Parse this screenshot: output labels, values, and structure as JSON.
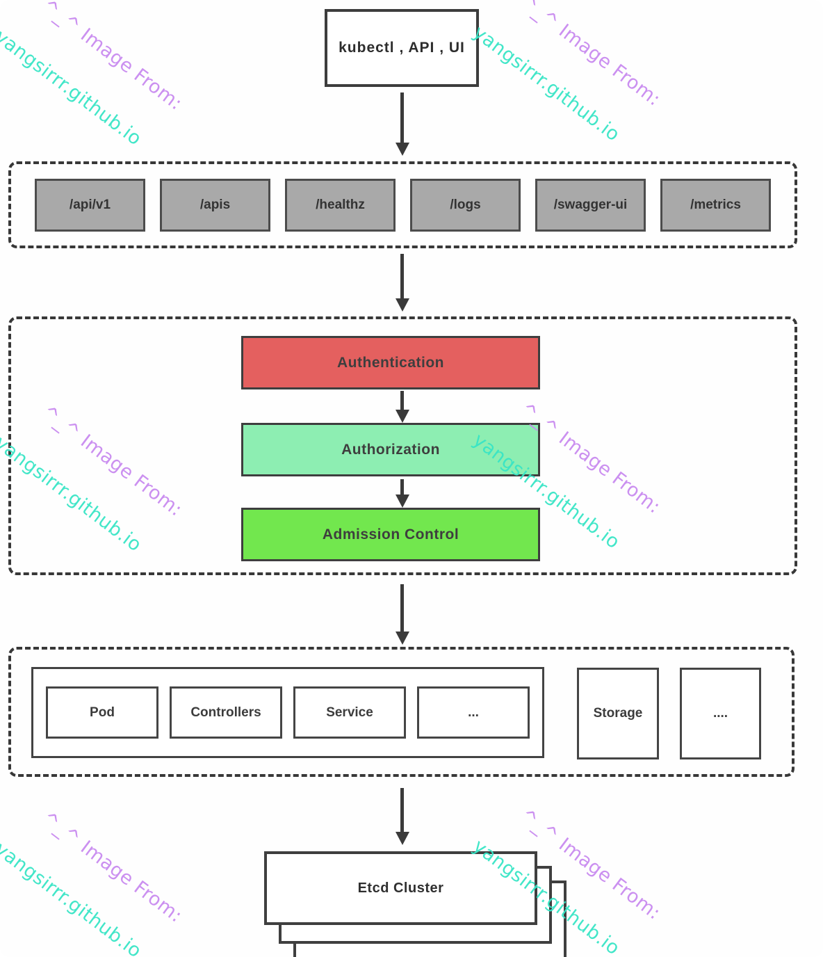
{
  "client": {
    "label": "kubectl , API , UI"
  },
  "api_layer": {
    "endpoints": [
      "/api/v1",
      "/apis",
      "/healthz",
      "/logs",
      "/swagger-ui",
      "/metrics"
    ]
  },
  "access_control": {
    "steps": [
      {
        "label": "Authentication",
        "color": "#e4605f"
      },
      {
        "label": "Authorization",
        "color": "#8deeb2"
      },
      {
        "label": "Admission Control",
        "color": "#72e74e"
      }
    ]
  },
  "registry": {
    "resources": [
      "Pod",
      "Controllers",
      "Service",
      "..."
    ],
    "storage": "Storage",
    "more": "...."
  },
  "etcd": {
    "label": "Etcd Cluster"
  },
  "watermark": {
    "line1": "^_^ Image From:",
    "line2": "yangsirrr.github.io",
    "purple_color": "#c98bf0",
    "cyan_color": "#38e5c6"
  }
}
